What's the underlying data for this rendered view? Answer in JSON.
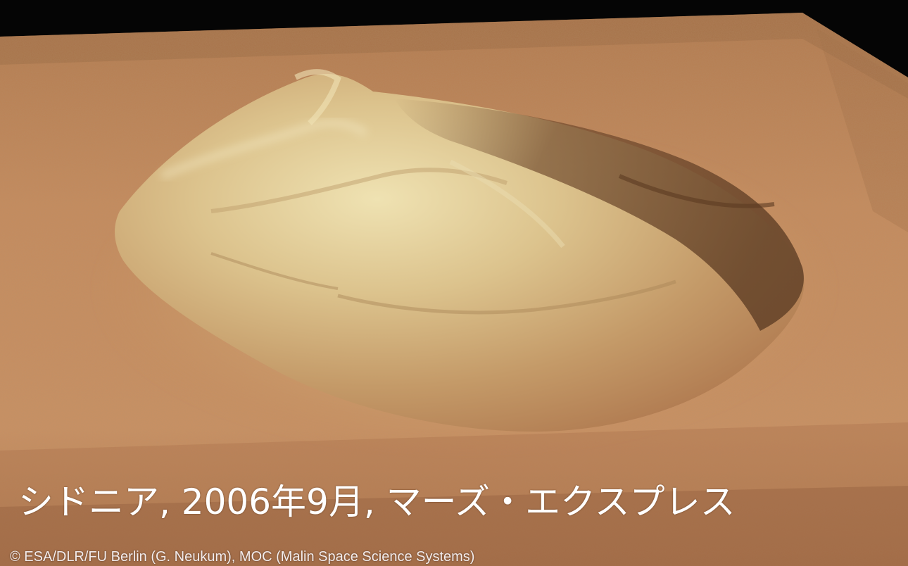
{
  "image": {
    "subject": "mesa-terrain",
    "colors": {
      "plain": "#c1865a",
      "plain_dark": "#9a6640",
      "mesa_light": "#e7d7a4",
      "mesa_mid": "#c9a36e",
      "mesa_shadow": "#6f4a2a",
      "sky": "#050505"
    }
  },
  "caption": {
    "text": "シドニア, 2006年9月, マーズ・エクスプレス"
  },
  "credit": {
    "text": "© ESA/DLR/FU Berlin (G. Neukum), MOC (Malin Space Science Systems)"
  }
}
